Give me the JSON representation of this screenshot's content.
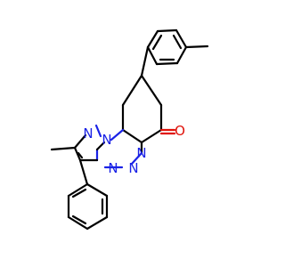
{
  "molecule": {
    "atoms": {
      "n_pyrazole_1": "N",
      "n_bridge": "N",
      "n_triazine_a": "N",
      "n_triazine_b": "N",
      "n_triazine_c": "N",
      "o_carbonyl": "O"
    }
  },
  "colors": {
    "bond": "#000000",
    "nitrogen": "#1a22e6",
    "oxygen": "#e0120a",
    "background": "#ffffff"
  }
}
